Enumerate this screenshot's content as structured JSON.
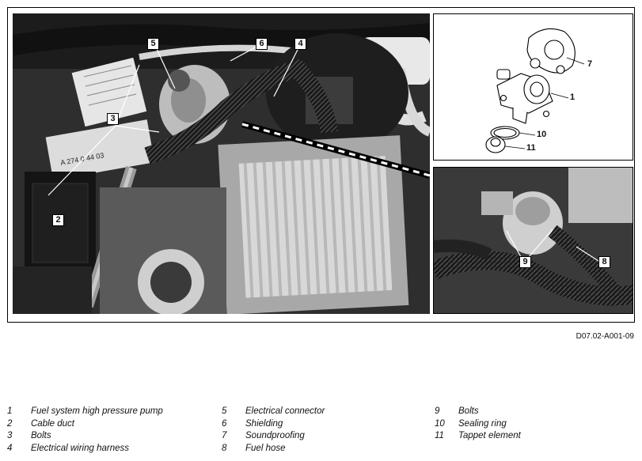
{
  "callouts": {
    "main": [
      "5",
      "6",
      "4",
      "3",
      "2"
    ],
    "inset_top": [
      "7",
      "1",
      "10",
      "11"
    ],
    "inset_bottom": [
      "9",
      "8"
    ]
  },
  "figure_ref": "D07.02-A001-09",
  "legend": [
    [
      {
        "num": "1",
        "label": "Fuel system high pressure pump"
      },
      {
        "num": "2",
        "label": "Cable duct"
      },
      {
        "num": "3",
        "label": "Bolts"
      },
      {
        "num": "4",
        "label": "Electrical wiring harness"
      }
    ],
    [
      {
        "num": "5",
        "label": "Electrical connector"
      },
      {
        "num": "6",
        "label": "Shielding"
      },
      {
        "num": "7",
        "label": "Soundproofing"
      },
      {
        "num": "8",
        "label": "Fuel hose"
      }
    ],
    [
      {
        "num": "9",
        "label": "Bolts"
      },
      {
        "num": "10",
        "label": "Sealing ring"
      },
      {
        "num": "11",
        "label": "Tappet element"
      }
    ]
  ],
  "stickers": {
    "part_number": "A 274 0 44 03"
  }
}
